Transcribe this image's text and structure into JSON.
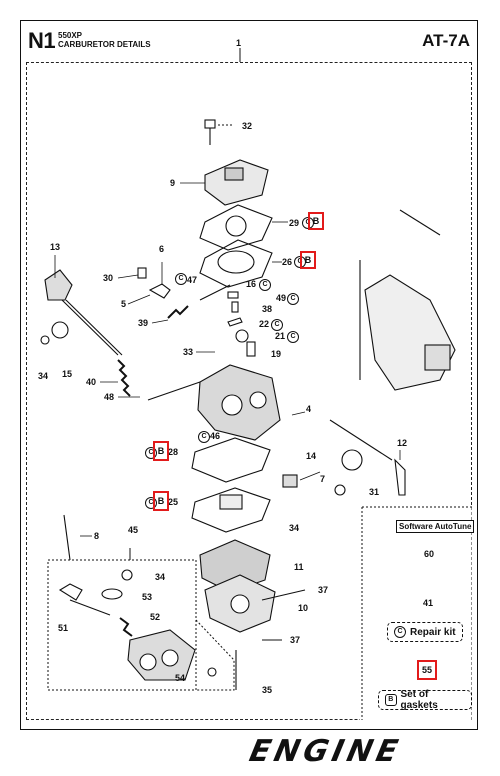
{
  "header": {
    "code": "N1",
    "model": "550XP",
    "section": "CARBURETOR DETAILS",
    "sheet": "AT-7A",
    "top_label": "1"
  },
  "callouts": [
    "32",
    "9",
    "29",
    "26",
    "13",
    "6",
    "30",
    "47",
    "16",
    "5",
    "49",
    "38",
    "39",
    "22",
    "21",
    "33",
    "19",
    "34",
    "15",
    "40",
    "48",
    "4",
    "46",
    "28",
    "14",
    "12",
    "7",
    "31",
    "25",
    "34",
    "8",
    "45",
    "11",
    "37",
    "34",
    "53",
    "10",
    "52",
    "51",
    "37",
    "54",
    "35"
  ],
  "badges": {
    "c": "C",
    "b": "B"
  },
  "software": {
    "label": "Software AutoTune",
    "number": "60"
  },
  "repair_kit": {
    "number": "41",
    "badge": "C",
    "label": "Repair kit"
  },
  "gaskets": {
    "number": "55",
    "badge": "B",
    "label": "Set of gaskets"
  },
  "logo": "ENGINE"
}
